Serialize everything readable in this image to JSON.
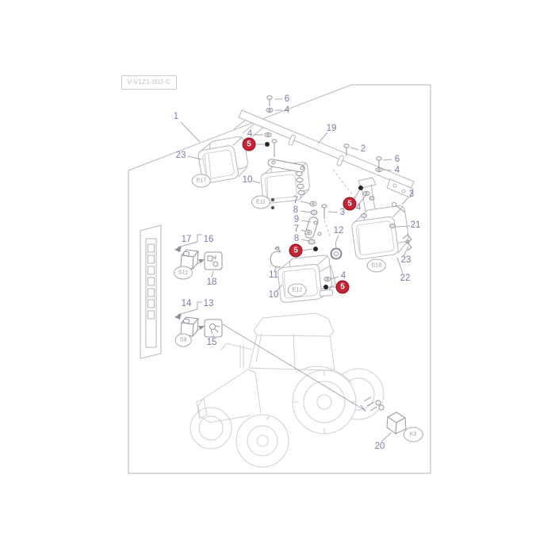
{
  "drawing_code": "V-V1Z1-002-C",
  "badge_label": "5",
  "refs": {
    "e17": "E17",
    "e11": "E11",
    "e12": "E12",
    "e18": "E18",
    "s11": "S11",
    "s9": "S9",
    "k3": "K3"
  },
  "callouts": [
    {
      "text": "1"
    },
    {
      "text": "23"
    },
    {
      "text": "10"
    },
    {
      "text": "6"
    },
    {
      "text": "4"
    },
    {
      "text": "4"
    },
    {
      "text": "19"
    },
    {
      "text": "2"
    },
    {
      "text": "6"
    },
    {
      "text": "4"
    },
    {
      "text": "7"
    },
    {
      "text": "8"
    },
    {
      "text": "9"
    },
    {
      "text": "7"
    },
    {
      "text": "8"
    },
    {
      "text": "3"
    },
    {
      "text": "12"
    },
    {
      "text": "4"
    },
    {
      "text": "3"
    },
    {
      "text": "21"
    },
    {
      "text": "23"
    },
    {
      "text": "22"
    },
    {
      "text": "11"
    },
    {
      "text": "10"
    },
    {
      "text": "4"
    },
    {
      "text": "17"
    },
    {
      "text": "16"
    },
    {
      "text": "18"
    },
    {
      "text": "14"
    },
    {
      "text": "13"
    },
    {
      "text": "15"
    },
    {
      "text": "20"
    }
  ],
  "colors": {
    "background": "#ffffff",
    "callout_text": "#7b7bab",
    "badge_fill": "#c52334",
    "badge_border": "#8c1220",
    "line_art": "#b6b6be",
    "ref_text": "#9b9ba2"
  }
}
